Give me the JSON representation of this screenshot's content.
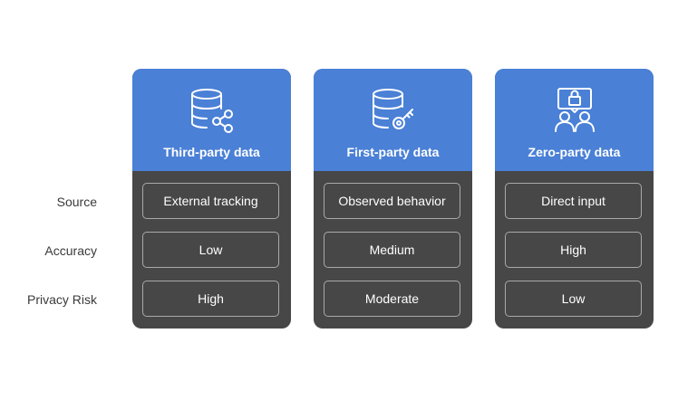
{
  "rows": [
    {
      "label": "Source"
    },
    {
      "label": "Accuracy"
    },
    {
      "label": "Privacy Risk"
    }
  ],
  "cards": [
    {
      "title": "Third-party data",
      "icon": "database-share-icon",
      "cells": [
        "External tracking",
        "Low",
        "High"
      ]
    },
    {
      "title": "First-party data",
      "icon": "database-key-icon",
      "cells": [
        "Observed behavior",
        "Medium",
        "Moderate"
      ]
    },
    {
      "title": "Zero-party data",
      "icon": "users-lock-icon",
      "cells": [
        "Direct input",
        "High",
        "Low"
      ]
    }
  ],
  "colors": {
    "header_blue": "#4a80d6",
    "card_body": "#474747",
    "cell_border": "#a9a9a9"
  }
}
